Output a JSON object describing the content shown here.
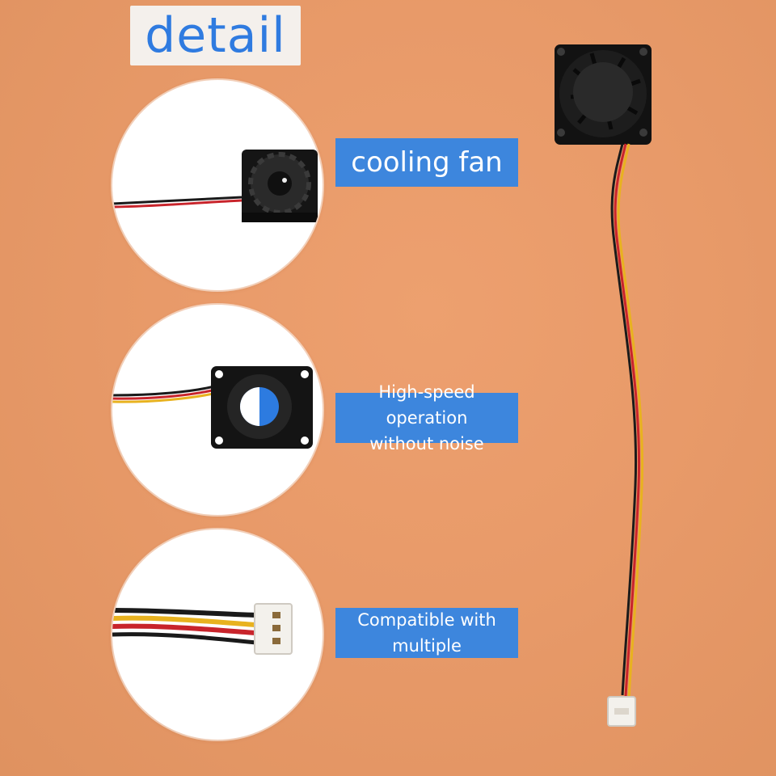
{
  "heading": "detail",
  "features": [
    {
      "lines": [
        "cooling fan"
      ]
    },
    {
      "lines": [
        "High-speed operation",
        "without noise"
      ]
    },
    {
      "lines": [
        "Compatible with",
        "multiple"
      ]
    }
  ],
  "colors": {
    "background": "#e89a69",
    "label_bg": "#3d86dd",
    "label_text": "#ffffff",
    "heading_text": "#2f7be0",
    "heading_bg": "#f4f0ec",
    "wire_red": "#c8242b",
    "wire_yellow": "#e8b21f",
    "wire_black": "#1a1a1a"
  }
}
